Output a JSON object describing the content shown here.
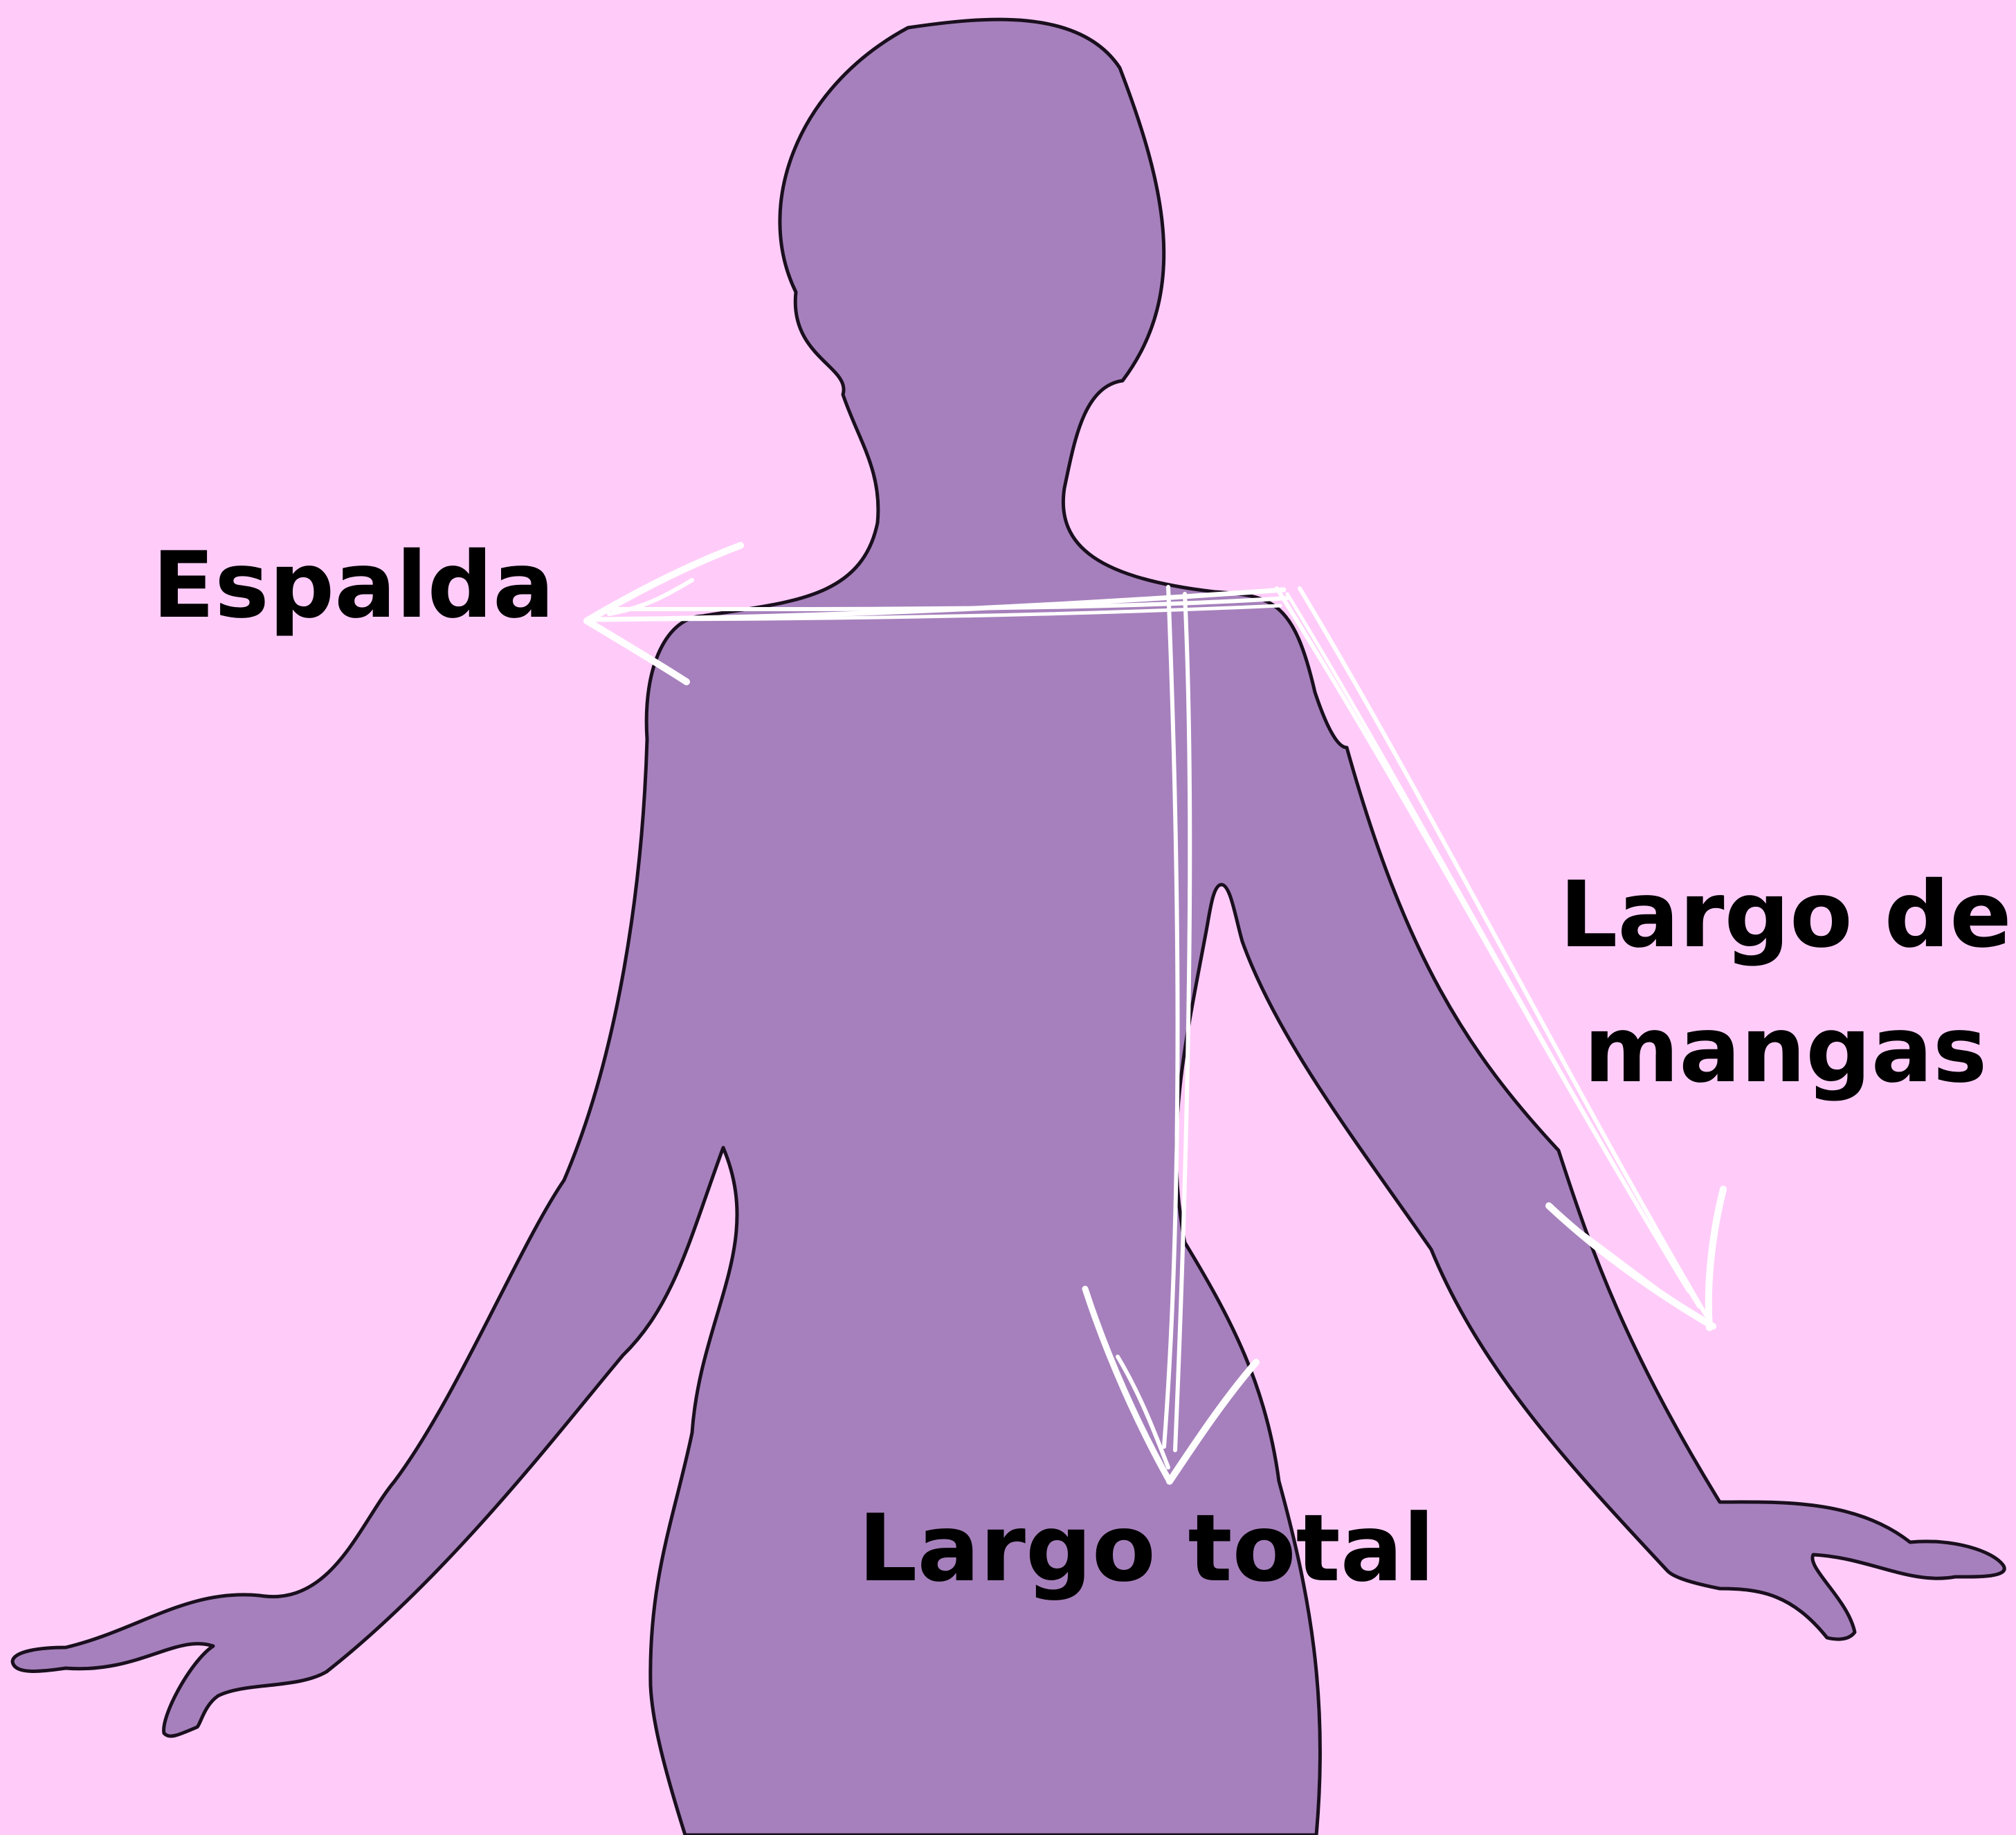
{
  "labels": {
    "espalda": "Espalda",
    "largo_total": "Largo total",
    "largo_de_mangas_line1": "Largo de",
    "largo_de_mangas_line2": "mangas"
  },
  "colors": {
    "background": "#FFCCF9",
    "silhouette_fill": "#A680BC",
    "silhouette_outline": "#1A0F1E",
    "arrows": "#FFFFFF",
    "text": "#000000"
  },
  "icons": {
    "figure": "human-silhouette-back-view-icon",
    "back_measure": "arrow-left-icon",
    "total_length_measure": "arrow-down-icon",
    "sleeve_measure": "arrow-down-right-icon"
  }
}
